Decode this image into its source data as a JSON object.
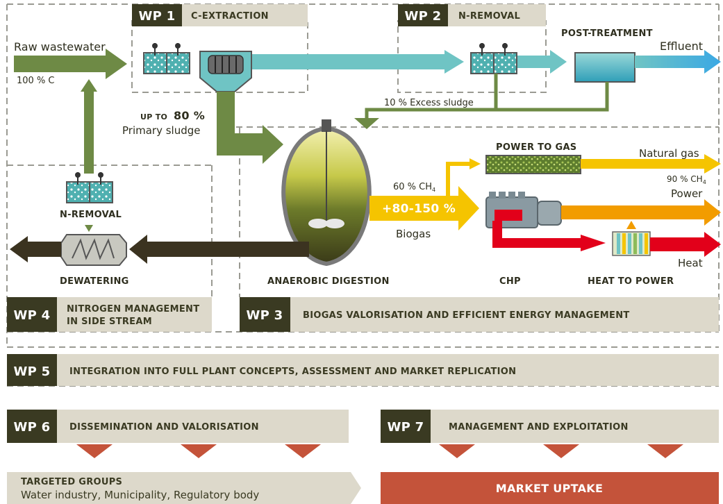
{
  "colors": {
    "wp_tag": "#3a3a22",
    "wp_band": "#ddd9cb",
    "green_arrow": "#6e8a45",
    "teal_arrow": "#6fc4c4",
    "blue_arrow": "#45b4e2",
    "yellow": "#f5c400",
    "orange": "#f29c00",
    "red": "#e2001a",
    "dark_arrow": "#3b3320",
    "market": "#c4533a",
    "dash": "#999999"
  },
  "wp1": {
    "tag": "WP 1",
    "title": "C-EXTRACTION"
  },
  "wp2": {
    "tag": "WP 2",
    "title": "N-REMOVAL"
  },
  "wp3": {
    "tag": "WP 3",
    "title": "BIOGAS VALORISATION AND EFFICIENT ENERGY MANAGEMENT"
  },
  "wp4": {
    "tag": "WP 4",
    "title_line1": "NITROGEN MANAGEMENT",
    "title_line2": "IN SIDE STREAM"
  },
  "wp5": {
    "tag": "WP 5",
    "title": "INTEGRATION INTO FULL PLANT CONCEPTS, ASSESSMENT AND MARKET REPLICATION"
  },
  "wp6": {
    "tag": "WP 6",
    "title": "DISSEMINATION AND VALORISATION"
  },
  "wp7": {
    "tag": "WP 7",
    "title": "MANAGEMENT AND EXPLOITATION"
  },
  "labels": {
    "raw_wastewater": "Raw wastewater",
    "raw_c": "100 % C",
    "up_to": "UP TO",
    "up_to_value": "80 %",
    "primary_sludge": "Primary sludge",
    "excess_sludge": "10 % Excess sludge",
    "post_treatment": "POST-TREATMENT",
    "effluent": "Effluent",
    "power_to_gas": "POWER TO GAS",
    "natural_gas": "Natural gas",
    "ch4_90": "90 % CH",
    "ch4_60": "60 % CH",
    "ch4_sub": "4",
    "biogas_gain": "+80-150 %",
    "biogas": "Biogas",
    "power": "Power",
    "heat": "Heat",
    "n_removal_side": "N-REMOVAL",
    "dewatering": "DEWATERING",
    "anaerobic_digestion": "ANAEROBIC DIGESTION",
    "chp": "CHP",
    "heat_to_power": "HEAT TO POWER"
  },
  "targets": {
    "title": "TARGETED GROUPS",
    "groups": "Water industry, Municipality, Regulatory body",
    "market_uptake": "MARKET UPTAKE"
  }
}
